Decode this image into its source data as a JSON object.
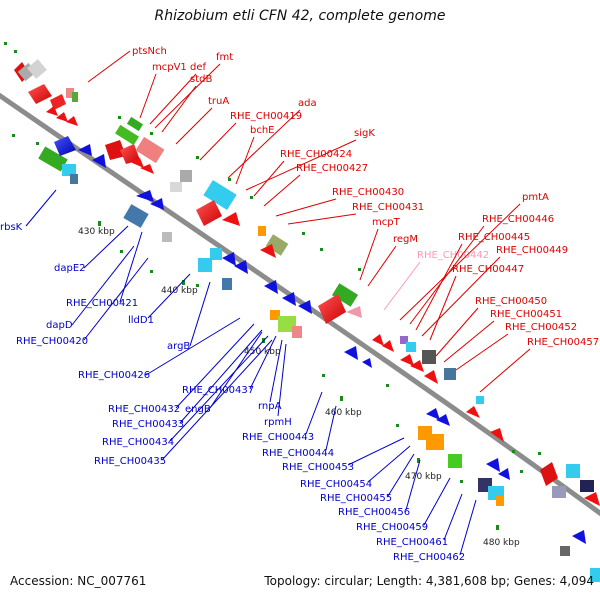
{
  "title": "Rhizobium etli CFN 42, complete genome",
  "footer": {
    "accession": "Accession: NC_007761",
    "topology": "Topology: circular; Length: 4,381,608 bp; Genes: 4,094"
  },
  "colors": {
    "forward_label": "#dd0000",
    "reverse_label": "#0000cc",
    "highlight_label": "#ff99bb",
    "backbone": "#888888",
    "tick": "#1a8a1a"
  },
  "scale": {
    "ticks": [
      "430 kbp",
      "440 kbp",
      "450 kbp",
      "460 kbp",
      "470 kbp",
      "480 kbp"
    ]
  },
  "forward_labels": [
    "ptsNch",
    "mcpV1",
    "def",
    "fmt",
    "stdB",
    "truA",
    "RHE_CH00419",
    "ada",
    "bchE",
    "sigK",
    "RHE_CH00424",
    "RHE_CH00427",
    "RHE_CH00430",
    "RHE_CH00431",
    "mcpT",
    "regM",
    "pmtA",
    "RHE_CH00446",
    "RHE_CH00445",
    "RHE_CH00449",
    "RHE_CH00447",
    "RHE_CH00450",
    "RHE_CH00451",
    "RHE_CH00452",
    "RHE_CH00457"
  ],
  "highlight_labels": [
    "RHE_CH00442"
  ],
  "reverse_labels": [
    "rbsK",
    "dapE2",
    "RHE_CH00421",
    "dapD",
    "lldD1",
    "RHE_CH00420",
    "argB",
    "RHE_CH00426",
    "RHE_CH00437",
    "engB",
    "RHE_CH00432",
    "RHE_CH00433",
    "rnpA",
    "rpmH",
    "RHE_CH00434",
    "RHE_CH00443",
    "RHE_CH00435",
    "RHE_CH00444",
    "RHE_CH00453",
    "RHE_CH00454",
    "RHE_CH00455",
    "RHE_CH00456",
    "RHE_CH00459",
    "RHE_CH00461",
    "RHE_CH00462"
  ]
}
